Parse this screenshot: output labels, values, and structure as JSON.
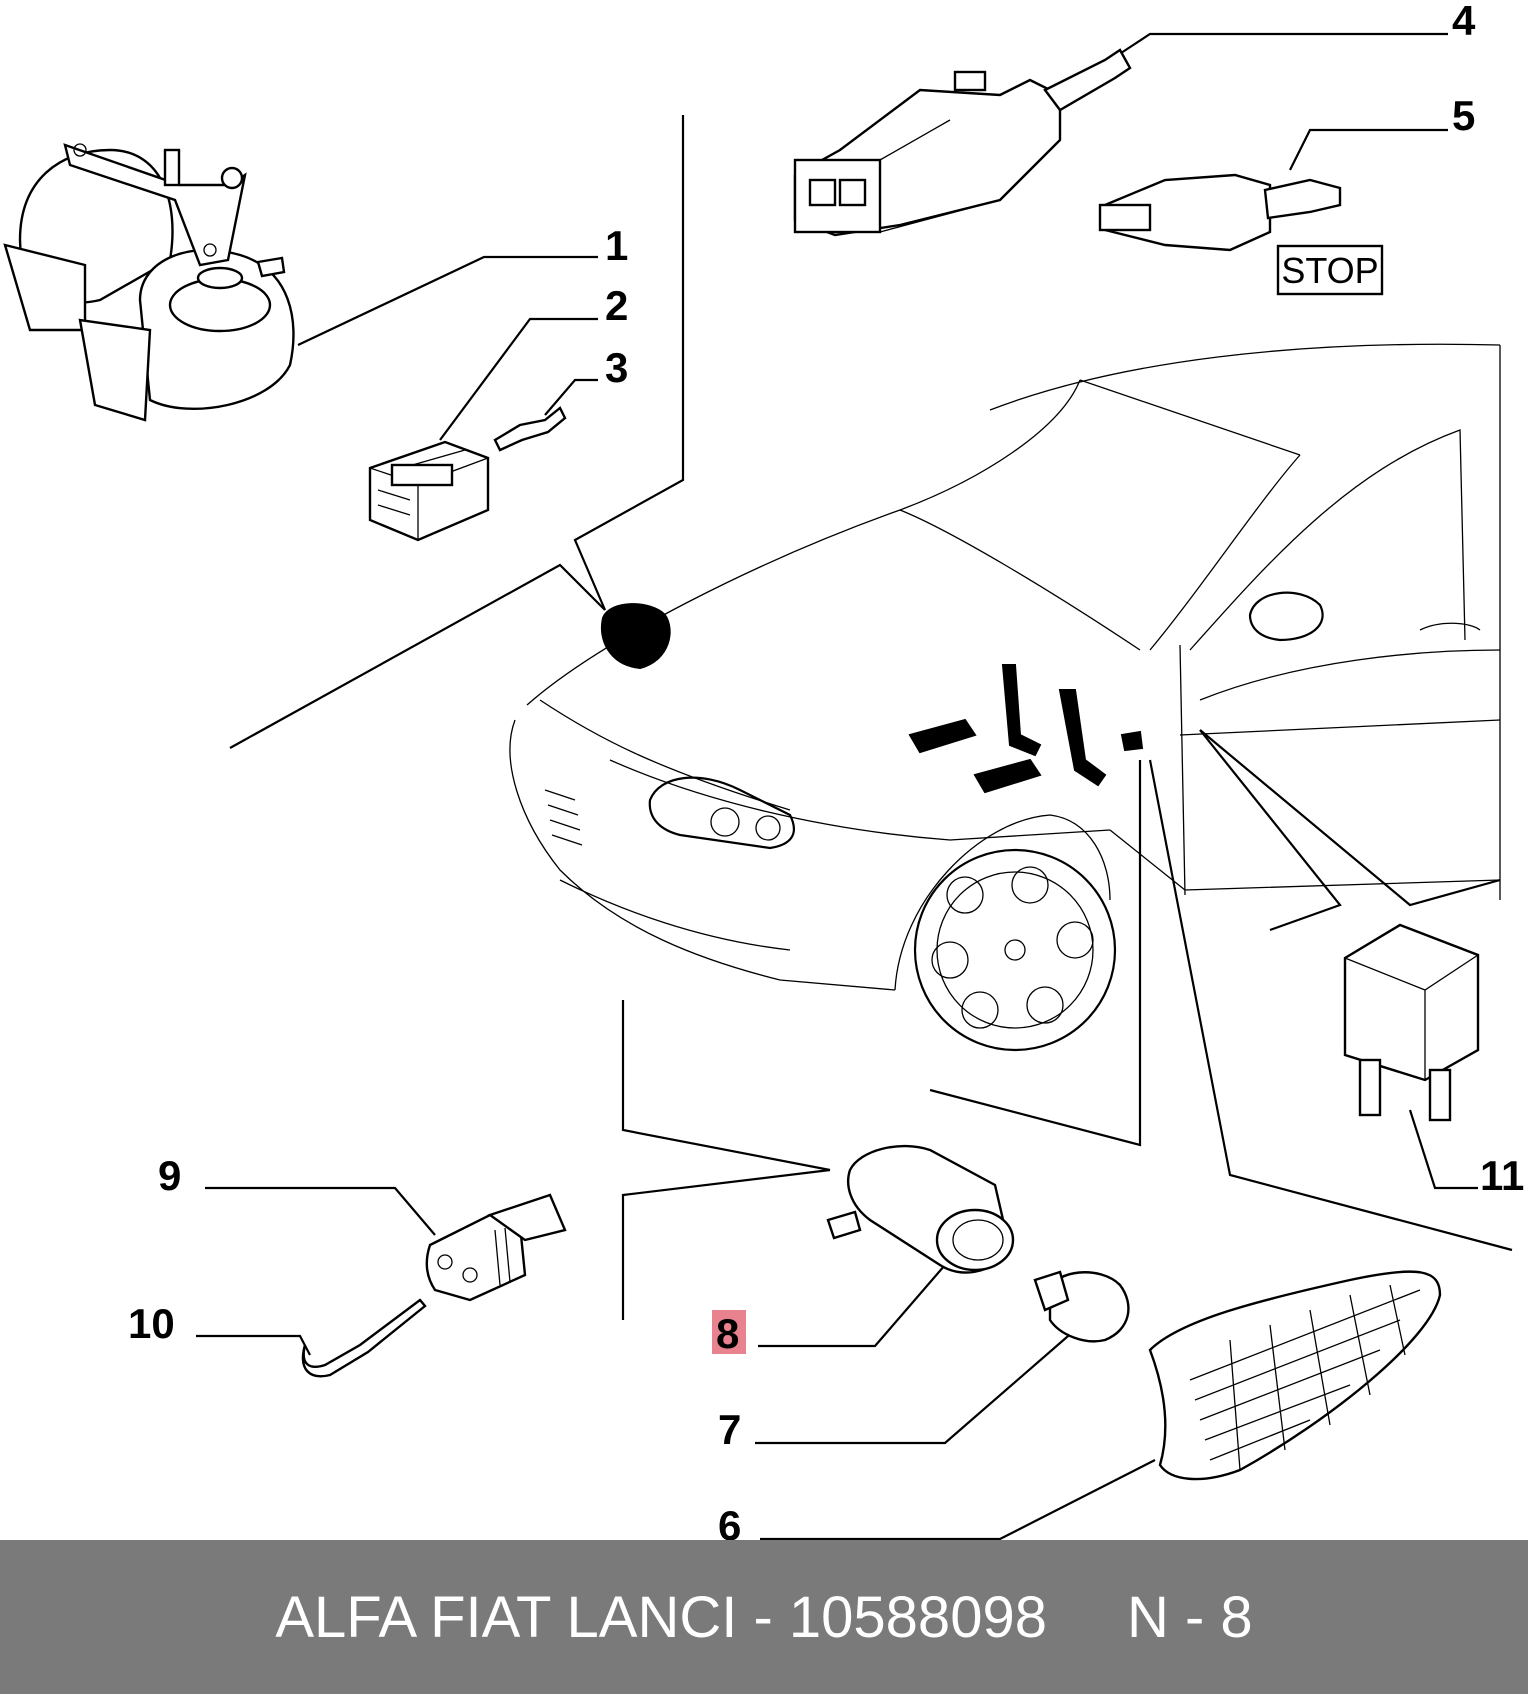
{
  "callouts": {
    "c1": "1",
    "c2": "2",
    "c3": "3",
    "c4": "4",
    "c5": "5",
    "c6": "6",
    "c7": "7",
    "c8": "8",
    "c9": "9",
    "c10": "10",
    "c11": "11"
  },
  "stop_label": "STOP",
  "highlight_color": "#e8828e",
  "footer": {
    "brand_part": "ALFA FIAT LANCI - 10588098",
    "ref": "N - 8",
    "background": "#7a7a7a"
  }
}
